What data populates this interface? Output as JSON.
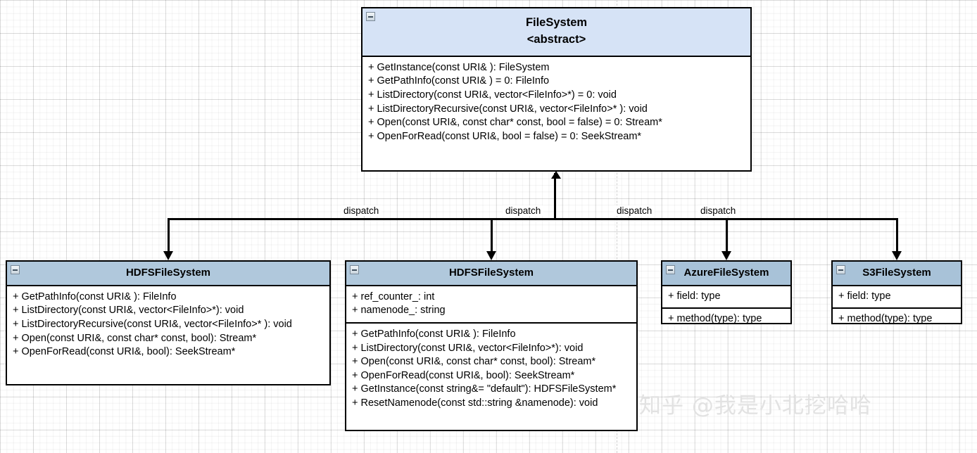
{
  "diagram": {
    "type": "uml-class-diagram",
    "watermark": "知乎 @我是小北挖哈哈",
    "edge_labels": [
      "dispatch",
      "dispatch",
      "dispatch",
      "dispatch"
    ],
    "colors": {
      "abstract_header": "#d6e3f6",
      "subclass_header": "#b0c8dc",
      "subclass_header_dark": "#a8c2d8",
      "border": "#000000",
      "body": "#ffffff",
      "watermark": "#e2e2e2"
    }
  },
  "classes": {
    "filesystem": {
      "name": "FileSystem",
      "stereotype": "<abstract>",
      "methods": [
        "+ GetInstance(const URI& ): FileSystem",
        "+ GetPathInfo(const URI& ) = 0: FileInfo",
        "+ ListDirectory(const URI&, vector<FileInfo>*) = 0: void",
        "+ ListDirectoryRecursive(const URI&, vector<FileInfo>* ): void",
        "+ Open(const URI&, const char* const, bool = false) = 0: Stream*",
        "+ OpenForRead(const URI&, bool = false) = 0: SeekStream*"
      ]
    },
    "hdfs_left": {
      "name": "HDFSFileSystem",
      "methods": [
        "+ GetPathInfo(const URI& ): FileInfo",
        "+ ListDirectory(const URI&, vector<FileInfo>*): void",
        "+ ListDirectoryRecursive(const URI&, vector<FileInfo>* ): void",
        "+ Open(const URI&, const char* const, bool): Stream*",
        "+ OpenForRead(const URI&, bool): SeekStream*"
      ]
    },
    "hdfs_middle": {
      "name": "HDFSFileSystem",
      "fields": [
        "+ ref_counter_: int",
        "+ namenode_: string"
      ],
      "methods": [
        "+ GetPathInfo(const URI& ): FileInfo",
        "+ ListDirectory(const URI&, vector<FileInfo>*): void",
        "+ Open(const URI&, const char* const, bool): Stream*",
        "+ OpenForRead(const URI&, bool): SeekStream*",
        "+ GetInstance(const string&= \"default\"): HDFSFileSystem*",
        "+ ResetNamenode(const std::string &namenode): void"
      ]
    },
    "azure": {
      "name": "AzureFileSystem",
      "fields": [
        "+ field: type"
      ],
      "methods": [
        "+ method(type): type"
      ]
    },
    "s3": {
      "name": "S3FileSystem",
      "fields": [
        "+ field: type"
      ],
      "methods": [
        "+ method(type): type"
      ]
    }
  }
}
